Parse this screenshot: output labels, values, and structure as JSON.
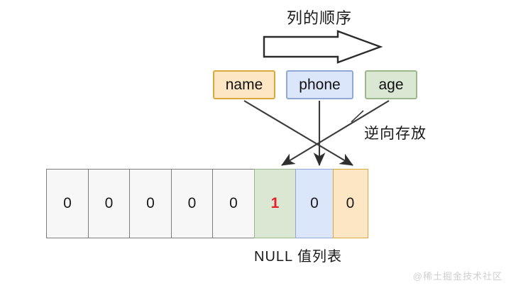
{
  "diagram": {
    "title": "列的顺序",
    "side_note": "逆向存放",
    "caption": "NULL 值列表",
    "watermark": "@稀土掘金技术社区",
    "big_arrow_name": "column-order-arrow"
  },
  "columns": [
    {
      "label": "name",
      "fill": "#fce6c4",
      "stroke": "#d9a93e"
    },
    {
      "label": "phone",
      "fill": "#dce6fa",
      "stroke": "#8fa8d6"
    },
    {
      "label": "age",
      "fill": "#d9e7d3",
      "stroke": "#9ab88c"
    }
  ],
  "null_bitmap": {
    "cells": [
      {
        "value": "0",
        "kind": "empty",
        "highlight": false
      },
      {
        "value": "0",
        "kind": "empty",
        "highlight": false
      },
      {
        "value": "0",
        "kind": "empty",
        "highlight": false
      },
      {
        "value": "0",
        "kind": "empty",
        "highlight": false
      },
      {
        "value": "0",
        "kind": "empty",
        "highlight": false
      },
      {
        "value": "1",
        "kind": "green",
        "highlight": true
      },
      {
        "value": "0",
        "kind": "blue",
        "highlight": false
      },
      {
        "value": "0",
        "kind": "orange",
        "highlight": false
      }
    ]
  },
  "mappings": [
    {
      "from": "name",
      "to_cell_index": 7
    },
    {
      "from": "phone",
      "to_cell_index": 6
    },
    {
      "from": "age",
      "to_cell_index": 5
    }
  ],
  "colors": {
    "orange_fill": "#fce6c4",
    "orange_stroke": "#d9a93e",
    "blue_fill": "#dce6fa",
    "blue_stroke": "#8fa8d6",
    "green_fill": "#d9e7d3",
    "green_stroke": "#9ab88c",
    "empty_fill": "#f7f7f7",
    "empty_stroke": "#7d7d7d",
    "highlight_text": "#e8202a",
    "line": "#3a3a3a"
  }
}
